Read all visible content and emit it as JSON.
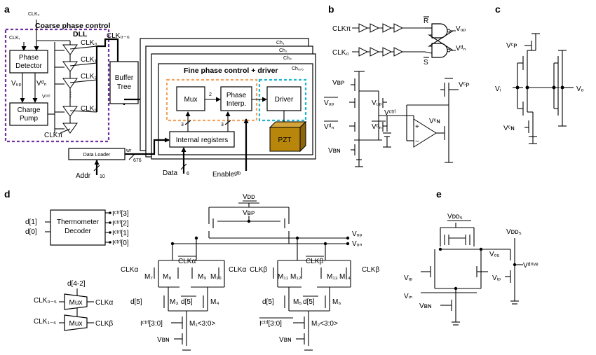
{
  "panels": {
    "a": "a",
    "b": "b",
    "c": "c",
    "d": "d",
    "e": "e"
  },
  "a": {
    "clk0_top": "CLK₀",
    "clkr": "CLKᵣ",
    "coarse_title": "Coarse phase control",
    "dll": "DLL",
    "phase_detector": [
      "Phase",
      "Detector"
    ],
    "vup": "Vᵤₚ",
    "vdn": "Vᵈₙ",
    "vctrl": "Vᶜᵗʳˡ",
    "charge_pump": [
      "Charge",
      "Pump"
    ],
    "clk_taps": [
      "CLK₀",
      "CLK₁",
      "CLK₂",
      "CLK₆",
      "CLKπ"
    ],
    "bus_label": "CLK₀₋₆",
    "buffer_tree": [
      "Buffer",
      "Tree"
    ],
    "channels": [
      "Ch₁",
      "Ch₂",
      "Ch₃",
      "Ch₆₇₆"
    ],
    "fine_title": "Fine phase control + driver",
    "mux": "Mux",
    "phase_interp": [
      "Phase",
      "Interp."
    ],
    "driver": "Driver",
    "internal_regs": "Internal registers",
    "pzt": "PZT",
    "data_loader": "Data Loader",
    "wr": "wr",
    "n676": "676",
    "addr": "Addr",
    "n10": "10",
    "data": "Data",
    "n6": "6",
    "enable": "Enableᵍˡᵇ",
    "n2": "2",
    "n3a": "3",
    "n3b": "3"
  },
  "b": {
    "clkpi": "CLKπ",
    "clk0": "CLK₀",
    "r": "R",
    "s": "S",
    "vup_out": "Vᵤₚ",
    "vdn_out": "Vᵈₙ",
    "vbp": "Vʙᴘ",
    "vup_bar": "Vᵤₚ",
    "vup": "Vᵤₚ",
    "vdn_bar": "Vᵈₙ",
    "vdn": "Vᵈₙ",
    "vctrl": "Vᶜᵗʳˡ",
    "vcp": "Vᶜᴘ",
    "vcn": "Vᶜɴ",
    "vbn": "Vʙɴ",
    "plus": "+",
    "minus": "−"
  },
  "c": {
    "vcp": "Vᶜᴘ",
    "vi": "Vᵢ",
    "vo": "Vₒ",
    "vcn": "Vᶜɴ"
  },
  "d": {
    "thermo": [
      "Thermometer",
      "Decoder"
    ],
    "d1": "d[1]",
    "d0": "d[0]",
    "ictrl_outs": [
      "Iᶜᵗʳˡ[3]",
      "Iᶜᵗʳˡ[2]",
      "Iᶜᵗʳˡ[1]",
      "Iᶜᵗʳˡ[0]"
    ],
    "d42": "d[4-2]",
    "clk05": "CLK₀₋₅",
    "clk16": "CLK₁₋₆",
    "mux": "Mux",
    "clka": "CLKα",
    "clkb": "CLKβ",
    "vdd": "Vᴅᴅ",
    "vbp": "Vʙᴘ",
    "vop": "Vₒₚ",
    "von": "Vₒₙ",
    "clka_l": "CLKα",
    "clka_bar": "CLKα",
    "clka_r": "CLKα",
    "clkb_l": "CLKβ",
    "clkb_bar": "CLKβ",
    "clkb_r": "CLKβ",
    "m": [
      "M₇",
      "M₈",
      "M₉",
      "M₁₀",
      "M₁₁",
      "M₁₂",
      "M₁₃",
      "M₁₄"
    ],
    "m3": "M₃",
    "m4": "M₄",
    "m5": "M₅",
    "m6": "M₆",
    "d5a": "d[5]",
    "d5b": "d[5]",
    "d5c": "d[5]",
    "d5d": "d[5]",
    "ictrl_a": "Iᶜᵗʳˡ[3:0]",
    "ictrl_b": "Iᶜᵗʳˡ[3:0]",
    "m1": "M₁<3:0>",
    "m2": "M₂<3:0>",
    "vbn_a": "Vʙɴ",
    "vbn_b": "Vʙɴ"
  },
  "e": {
    "vdd5a": "Vᴅᴅ₅",
    "vdd5b": "Vᴅᴅ₅",
    "vo5": "Vₒ₅",
    "vdrive": "Vᵈʳⁱᵛᵉ",
    "vip_l": "Vᵢₚ",
    "vip_r": "Vᵢₚ",
    "vin": "Vᵢₙ",
    "vbn": "Vʙɴ"
  },
  "colors": {
    "purple": "#7030a0",
    "orange": "#f4a460",
    "cyan": "#1fb6cf",
    "pzt_front": "#b8860b",
    "pzt_top": "#d4a53a",
    "pzt_side": "#8b6508"
  }
}
